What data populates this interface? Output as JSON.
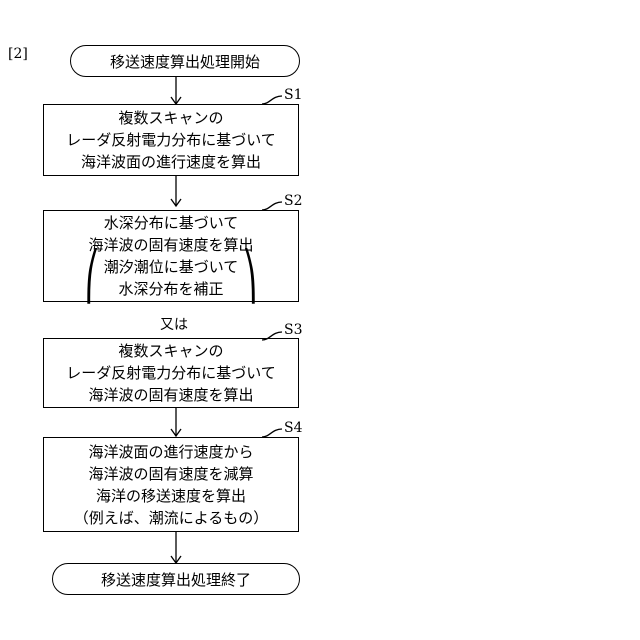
{
  "figure_label": "[2]",
  "start": "移送速度算出処理開始",
  "end": "移送速度算出処理終了",
  "steps": [
    {
      "id": "S1",
      "lines": [
        "複数スキャンの",
        "レーダ反射電力分布に基づいて",
        "海洋波面の進行速度を算出"
      ]
    },
    {
      "id": "S2",
      "lines": [
        "水深分布に基づいて",
        "海洋波の固有速度を算出"
      ],
      "bracket_lines": [
        "潮汐潮位に基づいて",
        "水深分布を補正"
      ]
    },
    {
      "id": "S3",
      "lines": [
        "複数スキャンの",
        "レーダ反射電力分布に基づいて",
        "海洋波の固有速度を算出"
      ]
    },
    {
      "id": "S4",
      "lines": [
        "海洋波面の進行速度から",
        "海洋波の固有速度を減算",
        "海洋の移送速度を算出",
        "（例えば、潮流によるもの）"
      ]
    }
  ],
  "alternative_label": "又は"
}
